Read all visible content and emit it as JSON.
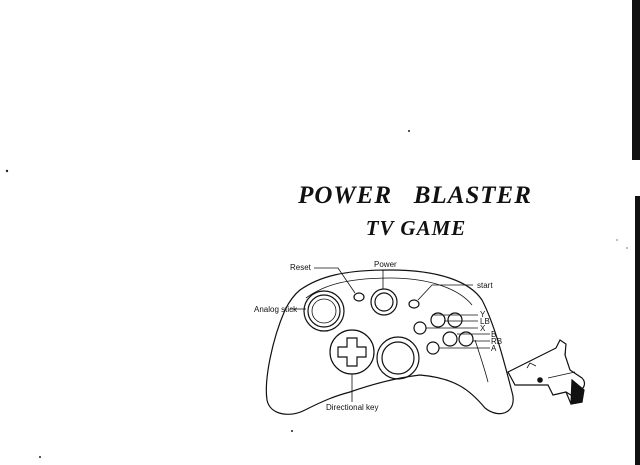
{
  "document": {
    "title": "POWER   BLASTER",
    "subtitle": "TV GAME"
  },
  "controller": {
    "labels": {
      "reset": "Reset",
      "power": "Power",
      "start": "start",
      "analog_stick": "Analog stick",
      "y": "Y",
      "lb": "LB",
      "x": "X",
      "b": "B",
      "rb": "RB",
      "a": "A",
      "directional_key": "Directional key"
    }
  },
  "icons": {
    "controller": "gamepad-illustration",
    "gun": "light-gun-illustration"
  }
}
